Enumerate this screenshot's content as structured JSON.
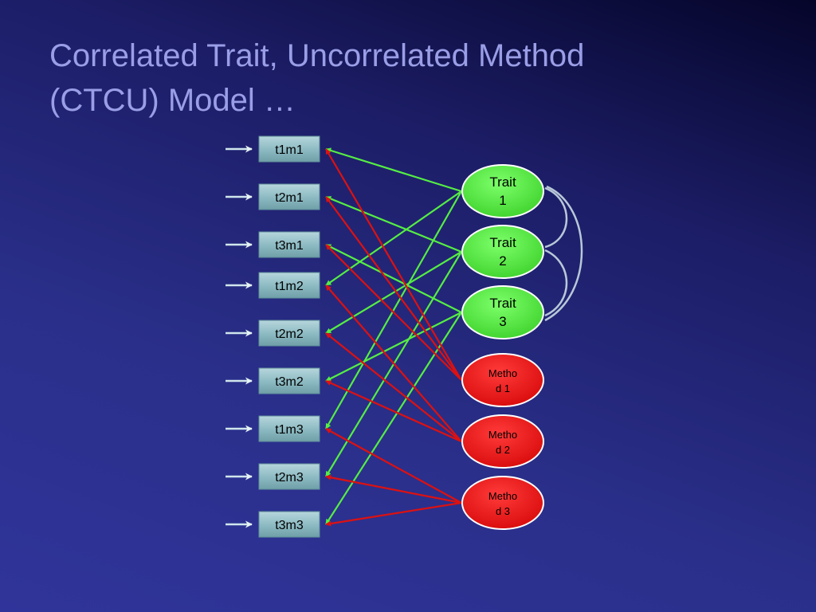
{
  "title": {
    "line1": "Correlated Trait, Uncorrelated Method",
    "line2": "(CTCU) Model …"
  },
  "observed": [
    "t1m1",
    "t2m1",
    "t3m1",
    "t1m2",
    "t2m2",
    "t3m2",
    "t1m3",
    "t2m3",
    "t3m3"
  ],
  "traits": [
    {
      "line1": "Trait",
      "line2": "1"
    },
    {
      "line1": "Trait",
      "line2": "2"
    },
    {
      "line1": "Trait",
      "line2": "3"
    }
  ],
  "methods": [
    {
      "line1": "Metho",
      "line2": "d 1"
    },
    {
      "line1": "Metho",
      "line2": "d 2"
    },
    {
      "line1": "Metho",
      "line2": "d 3"
    }
  ],
  "colors": {
    "trait_fill": "#55ee44",
    "trait_path": "#55ee44",
    "method_fill": "#ee1111",
    "method_path": "#dd1111",
    "correlation": "#b8c8d8",
    "error_arrow": "#cfe6ec",
    "box_fill": "#8fbcc4"
  }
}
